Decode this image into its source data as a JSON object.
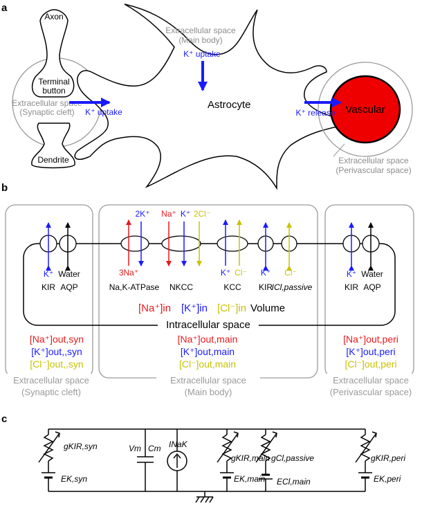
{
  "panel_a": {
    "letter": "a",
    "axon": "Axon",
    "terminal_line1": "Terminal",
    "terminal_line2": "button",
    "dendrite": "Dendrite",
    "syn_space_line1": "Extracellular space",
    "syn_space_line2": "(Synaptic cleft)",
    "main_space_line1": "Extracellular space",
    "main_space_line2": "(Main body)",
    "k_uptake_main": "K⁺ uptake",
    "k_uptake_syn": "K⁺ uptake",
    "astrocyte": "Astrocyte",
    "k_release": "K⁺ release",
    "vascular": "Vascular",
    "peri_space_line1": "Extracellular space",
    "peri_space_line2": "(Perivascular space)"
  },
  "panel_b": {
    "letter": "b",
    "left_k": "K⁺",
    "left_water": "Water",
    "left_kir": "KIR",
    "left_aqp": "AQP",
    "nak_top": "2K⁺",
    "nak_bottom": "3Na⁺",
    "nak_label": "Na,K-ATPase",
    "nkcc_na": "Na⁺",
    "nkcc_k": "K⁺",
    "nkcc_cl": "2Cl⁻",
    "nkcc_label": "NKCC",
    "kcc_k": "K⁺",
    "kcc_cl": "Cl⁻",
    "kcc_label": "KCC",
    "kir_k": "K⁺",
    "kir_label": "KIR",
    "clp_cl": "Cl⁻",
    "clp_label": "ICl,passive",
    "right_k": "K⁺",
    "right_water": "Water",
    "right_kir": "KIR",
    "right_aqp": "AQP",
    "in_na": "[Na⁺]in",
    "in_k": "[K⁺]in",
    "in_cl": "[Cl⁻]in",
    "volume": "Volume",
    "intracellular": "Intracellular space",
    "syn_na": "[Na⁺]out,syn",
    "syn_k": "[K⁺]out,,syn",
    "syn_cl": "[Cl⁻]out,,syn",
    "main_na": "[Na⁺]out,main",
    "main_k": "[K⁺]out,main",
    "main_cl": "[Cl⁻]out,main",
    "peri_na": "[Na⁺]out,peri",
    "peri_k": "[K⁺]out,peri",
    "peri_cl": "[Cl⁻]out,peri",
    "syn_space_line1": "Extracellular space",
    "syn_space_line2": "(Synaptic cleft)",
    "main_space_line1": "Extracellular space",
    "main_space_line2": "(Main body)",
    "peri_space_line1": "Extracellular space",
    "peri_space_line2": "(Perivascular space)"
  },
  "panel_c": {
    "letter": "c",
    "g_kir_syn": "gKIR,syn",
    "e_k_syn": "EK,syn",
    "vm": "Vm",
    "cm": "Cm",
    "inak": "INaK",
    "g_kir_main": "gKIR,main",
    "e_k_main": "EK,main",
    "g_cl_passive": "gCl,passive",
    "e_cl_main": "ECl,main",
    "g_kir_peri": "gKIR,peri",
    "e_k_peri": "EK,peri"
  },
  "colors": {
    "potassium": "#1a1aff",
    "sodium": "#e8191c",
    "chloride": "#c8c200",
    "vascular": "#ee0000",
    "space_outline": "#9a9a9a"
  }
}
